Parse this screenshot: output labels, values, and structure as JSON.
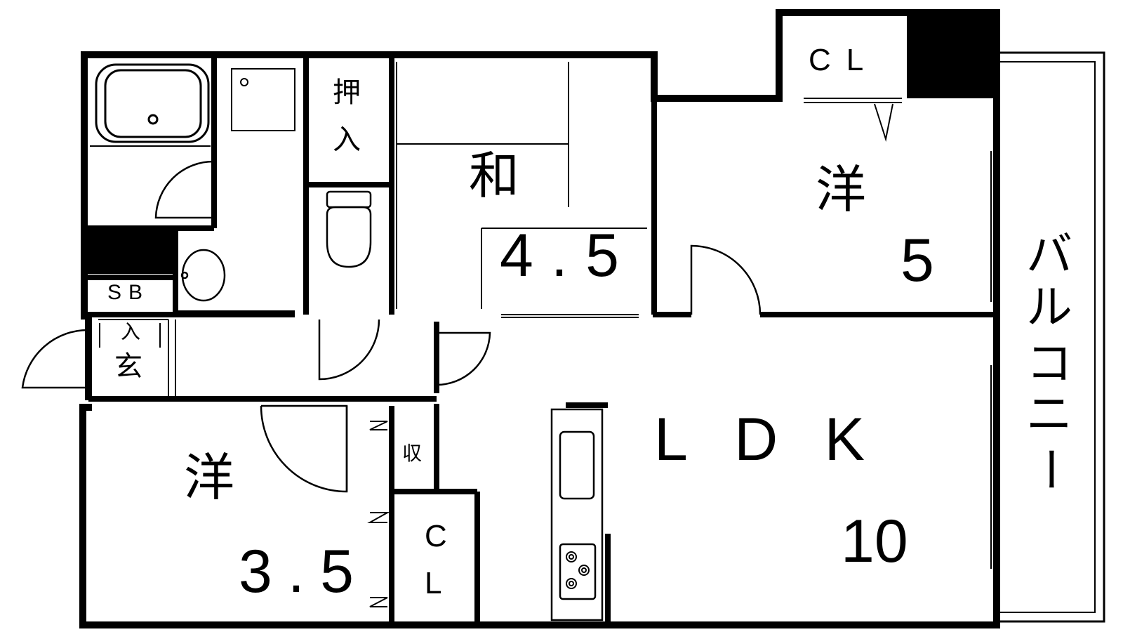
{
  "rooms": {
    "washitsu": {
      "kanji": "和",
      "size": "4.5"
    },
    "western_5": {
      "kanji": "洋",
      "size": "5"
    },
    "western_35": {
      "kanji": "洋",
      "size": "3.5"
    },
    "ldk": {
      "name": "LDK",
      "size": "10"
    }
  },
  "labels": {
    "closet_top": "CL",
    "closet_bottom_c": "C",
    "closet_bottom_l": "L",
    "oshiire_1": "押",
    "oshiire_2": "入",
    "storage": "収",
    "shoebox": "SB",
    "entrance": "玄",
    "entrance_arrow": "入",
    "balcony": [
      "バ",
      "ル",
      "コ",
      "ニ",
      "ー"
    ]
  }
}
